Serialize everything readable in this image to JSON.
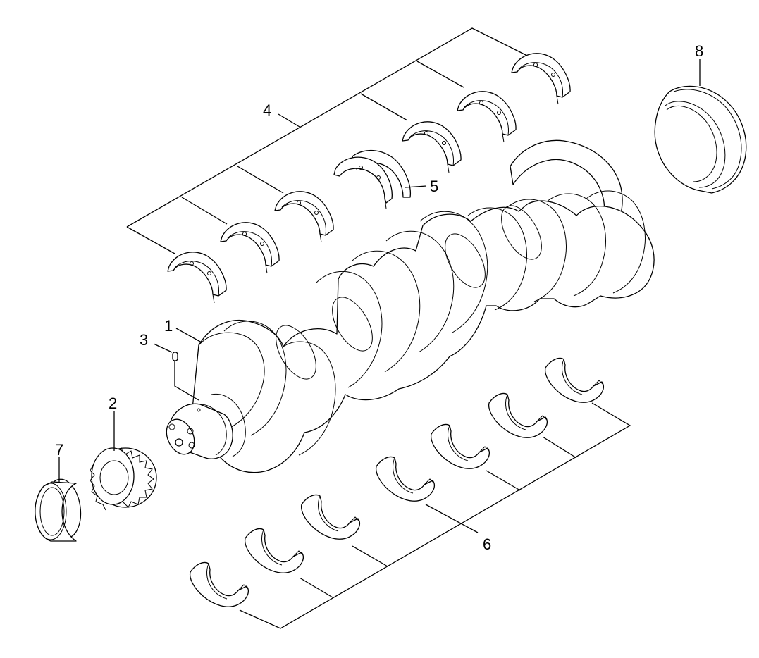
{
  "diagram": {
    "type": "exploded parts view",
    "callouts": [
      {
        "id": "1",
        "label": "1",
        "icon": "crankshaft-icon"
      },
      {
        "id": "2",
        "label": "2",
        "icon": "crankshaft-gear-icon"
      },
      {
        "id": "3",
        "label": "3",
        "icon": "dowel-pin-icon"
      },
      {
        "id": "4",
        "label": "4",
        "icon": "upper-main-bearing-icon"
      },
      {
        "id": "5",
        "label": "5",
        "icon": "thrust-bearing-icon"
      },
      {
        "id": "6",
        "label": "6",
        "icon": "lower-main-bearing-icon"
      },
      {
        "id": "7",
        "label": "7",
        "icon": "front-wear-ring-icon"
      },
      {
        "id": "8",
        "label": "8",
        "icon": "rear-wear-ring-icon"
      }
    ]
  }
}
